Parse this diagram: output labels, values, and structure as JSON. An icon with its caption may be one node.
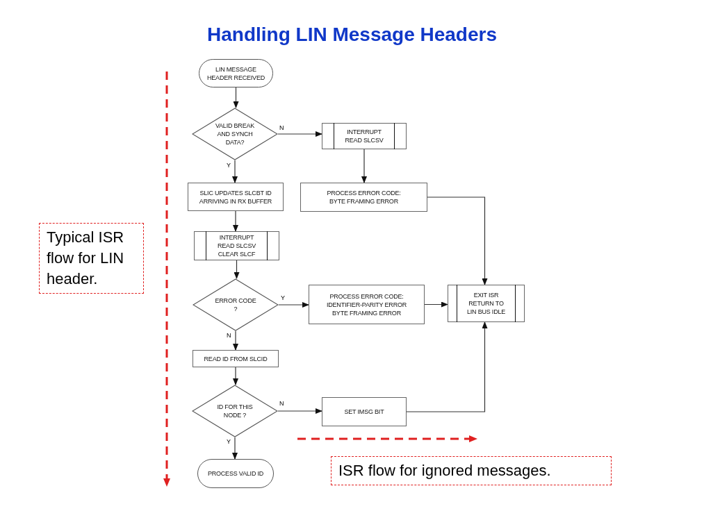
{
  "diagram": {
    "title": "Handling LIN Message Headers",
    "nodes": [
      {
        "text": [
          "LIN MESSAGE HEADER RECEIVED"
        ]
      },
      {
        "text": [
          "VALID BREAK AND SYNCH DATA?"
        ]
      },
      {
        "text": [
          "INTERRUPT READ SLCSV"
        ]
      },
      {
        "text": [
          "SLIC UPDATES SLCBT ID ARRIVING IN RX BUFFER"
        ]
      },
      {
        "text": [
          "PROCESS ERROR CODE: BYTE FRAMING ERROR"
        ]
      },
      {
        "text": [
          "INTERRUPT READ SLCSV CLEAR SLCF"
        ]
      },
      {
        "text": [
          "ERROR CODE ?"
        ]
      },
      {
        "text": [
          "PROCESS ERROR CODE: IDENTIFIER-PARITY ERROR BYTE FRAMING ERROR"
        ]
      },
      {
        "text": [
          "EXIT ISR RETURN TO LIN BUS IDLE"
        ]
      },
      {
        "text": [
          "READ ID FROM SLCID"
        ]
      },
      {
        "text": [
          "ID FOR THIS NODE ?"
        ]
      },
      {
        "text": [
          "SET IMSG BIT"
        ]
      },
      {
        "text": [
          "PROCESS VALID ID"
        ]
      },
      {
        "text": [
          "Typical ISR flow for LIN header."
        ]
      },
      {
        "text": [
          "ISR flow for ignored messages."
        ]
      }
    ],
    "edges": [
      {
        "from": 0,
        "to": 1,
        "arrow": "to"
      },
      {
        "from": 1,
        "to": 2,
        "arrow": "to",
        "label": "N"
      },
      {
        "from": 1,
        "to": 3,
        "arrow": "to",
        "label": "Y"
      },
      {
        "from": 2,
        "to": 4,
        "arrow": "to"
      },
      {
        "from": 3,
        "to": 5,
        "arrow": "to"
      },
      {
        "from": 5,
        "to": 6,
        "arrow": "to"
      },
      {
        "from": 6,
        "to": 7,
        "arrow": "to",
        "label": "Y"
      },
      {
        "from": 6,
        "to": 9,
        "arrow": "to",
        "label": "N"
      },
      {
        "from": 7,
        "to": 8,
        "arrow": "to"
      },
      {
        "from": 4,
        "to": 8,
        "arrow": "to"
      },
      {
        "from": 9,
        "to": 10,
        "arrow": "to"
      },
      {
        "from": 10,
        "to": 11,
        "arrow": "to",
        "label": "N"
      },
      {
        "from": 10,
        "to": 12,
        "arrow": "to",
        "label": "Y"
      },
      {
        "from": 11,
        "to": 8,
        "arrow": "to"
      }
    ]
  }
}
